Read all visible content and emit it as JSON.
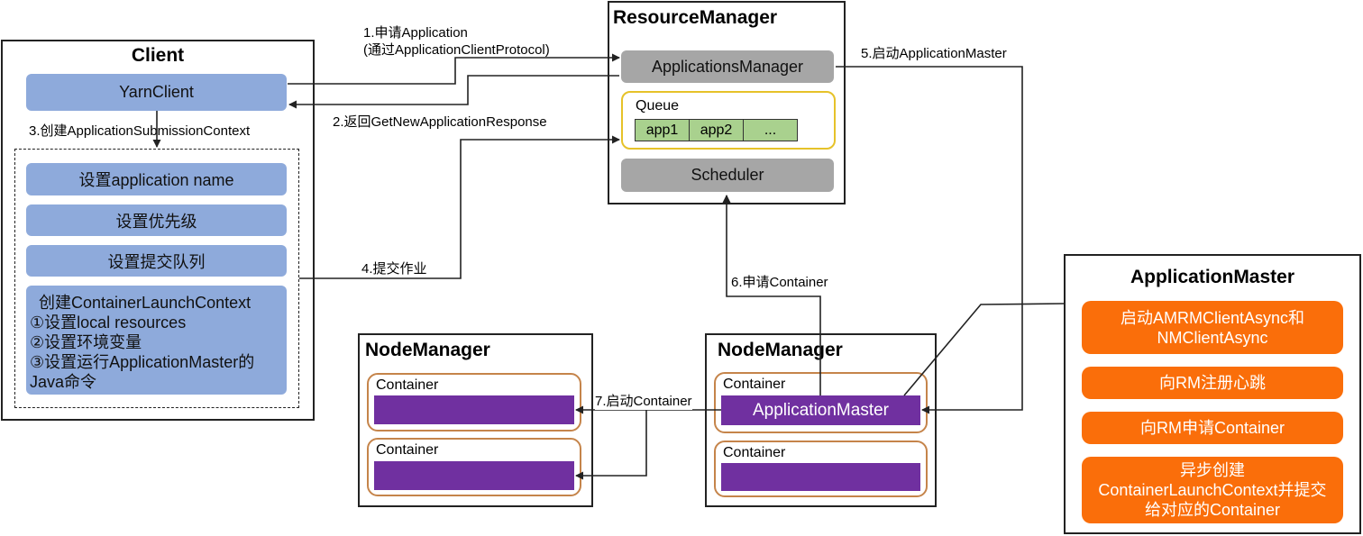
{
  "client": {
    "title": "Client",
    "yarn_client": "YarnClient",
    "step3": "3.创建ApplicationSubmissionContext",
    "items": [
      "设置application name",
      "设置优先级",
      "设置提交队列"
    ],
    "launch_context": {
      "title": "创建ContainerLaunchContext",
      "lines": [
        "①设置local resources",
        "②设置环境变量",
        "③设置运行ApplicationMaster的Java命令"
      ]
    }
  },
  "resource_manager": {
    "title": "ResourceManager",
    "apps_manager": "ApplicationsManager",
    "queue_label": "Queue",
    "queue_cells": [
      "app1",
      "app2",
      "..."
    ],
    "scheduler": "Scheduler"
  },
  "node_manager_left": {
    "title": "NodeManager",
    "containers": [
      "Container",
      "Container"
    ]
  },
  "node_manager_right": {
    "title": "NodeManager",
    "containers": [
      "Container",
      "Container"
    ],
    "app_master": "ApplicationMaster"
  },
  "application_master": {
    "title": "ApplicationMaster",
    "steps": [
      "启动AMRMClientAsync和NMClientAsync",
      "向RM注册心跳",
      "向RM申请Container",
      "异步创建ContainerLaunchContext并提交给对应的Container"
    ]
  },
  "arrows": {
    "a1_line1": "1.申请Application",
    "a1_line2": "(通过ApplicationClientProtocol)",
    "a2": "2.返回GetNewApplicationResponse",
    "a4": "4.提交作业",
    "a5": "5.启动ApplicationMaster",
    "a6": "6.申请Container",
    "a7": "7.启动Container"
  },
  "colors": {
    "blue": "#8eaadb",
    "gray": "#a6a6a6",
    "green": "#a9d18e",
    "orange": "#fa6e0a",
    "purple": "#7030a0",
    "queue_border": "#e6c229",
    "container_border": "#c5844a"
  }
}
